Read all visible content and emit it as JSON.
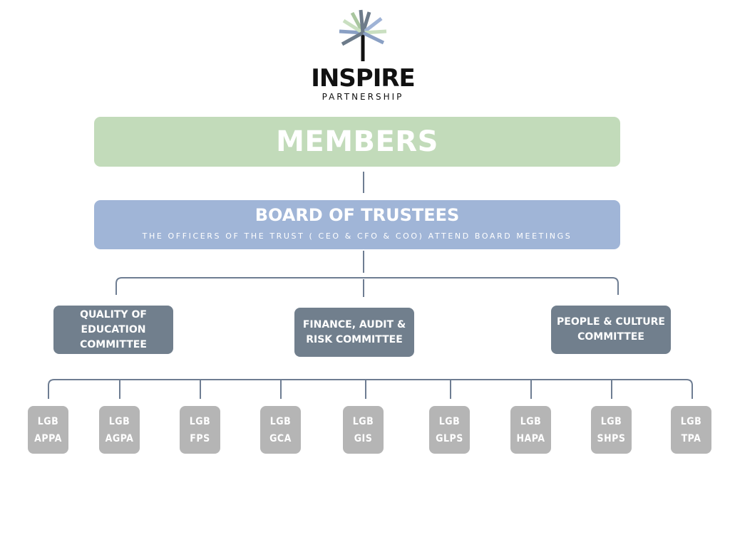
{
  "logo": {
    "name": "INSPIRE",
    "tagline": "PARTNERSHIP",
    "ray_colors": [
      "#a9c69f",
      "#9fb3d6",
      "#6d7b8a",
      "#c9dfc0",
      "#8aa0c4"
    ]
  },
  "members": {
    "label": "MEMBERS",
    "color": "#c2dbba"
  },
  "board": {
    "title": "BOARD OF TRUSTEES",
    "subtitle": "THE OFFICERS OF THE TRUST ( CEO & CFO & COO) ATTEND BOARD MEETINGS",
    "color": "#a0b5d7"
  },
  "committees": [
    {
      "lines": [
        "QUALITY OF",
        "EDUCATION",
        "COMMITTEE"
      ]
    },
    {
      "lines": [
        "FINANCE, AUDIT &",
        "RISK COMMITTEE"
      ]
    },
    {
      "lines": [
        "PEOPLE & CULTURE",
        "COMMITTEE"
      ]
    }
  ],
  "committee_color": "#717f8d",
  "lgbs": [
    {
      "top": "LGB",
      "code": "APPA"
    },
    {
      "top": "LGB",
      "code": "AGPA"
    },
    {
      "top": "LGB",
      "code": "FPS"
    },
    {
      "top": "LGB",
      "code": "GCA"
    },
    {
      "top": "LGB",
      "code": "GIS"
    },
    {
      "top": "LGB",
      "code": "GLPS"
    },
    {
      "top": "LGB",
      "code": "HAPA"
    },
    {
      "top": "LGB",
      "code": "SHPS"
    },
    {
      "top": "LGB",
      "code": "TPA"
    }
  ],
  "lgb_color": "#b5b5b5",
  "connector_color": "#6e7d92"
}
